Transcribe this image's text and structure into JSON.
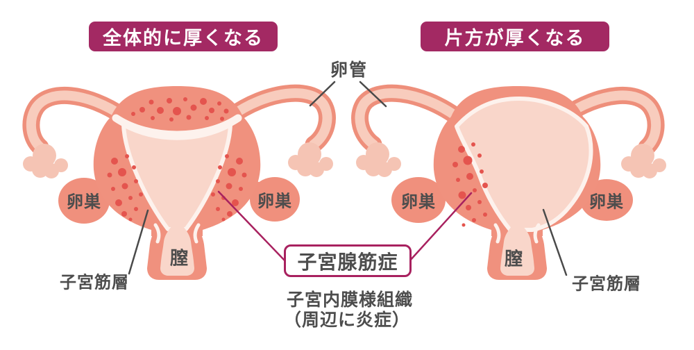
{
  "header": {
    "left_badge": "全体的に厚くなる",
    "right_badge": "片方が厚くなる"
  },
  "labels": {
    "oviduct": "卵管",
    "ovary": "卵巣",
    "vagina": "膣",
    "myometrium": "子宮筋層"
  },
  "callout": {
    "disease": "子宮腺筋症",
    "description_line1": "子宮内膜様組織",
    "description_line2": "（周辺に炎症）"
  },
  "colors": {
    "accent_magenta": "#A32963",
    "callout_border": "#A8215F",
    "uterus_wall": "#F0917E",
    "tube_inner": "#F8CCBD",
    "fimbria": "#F5C4B4",
    "cavity": "#F9D6CA",
    "lining_white": "#FDF2ED",
    "lesion_dot": "#E4544E",
    "label_text": "#4D4D4D",
    "annotation_line": "#4A4A4A"
  }
}
